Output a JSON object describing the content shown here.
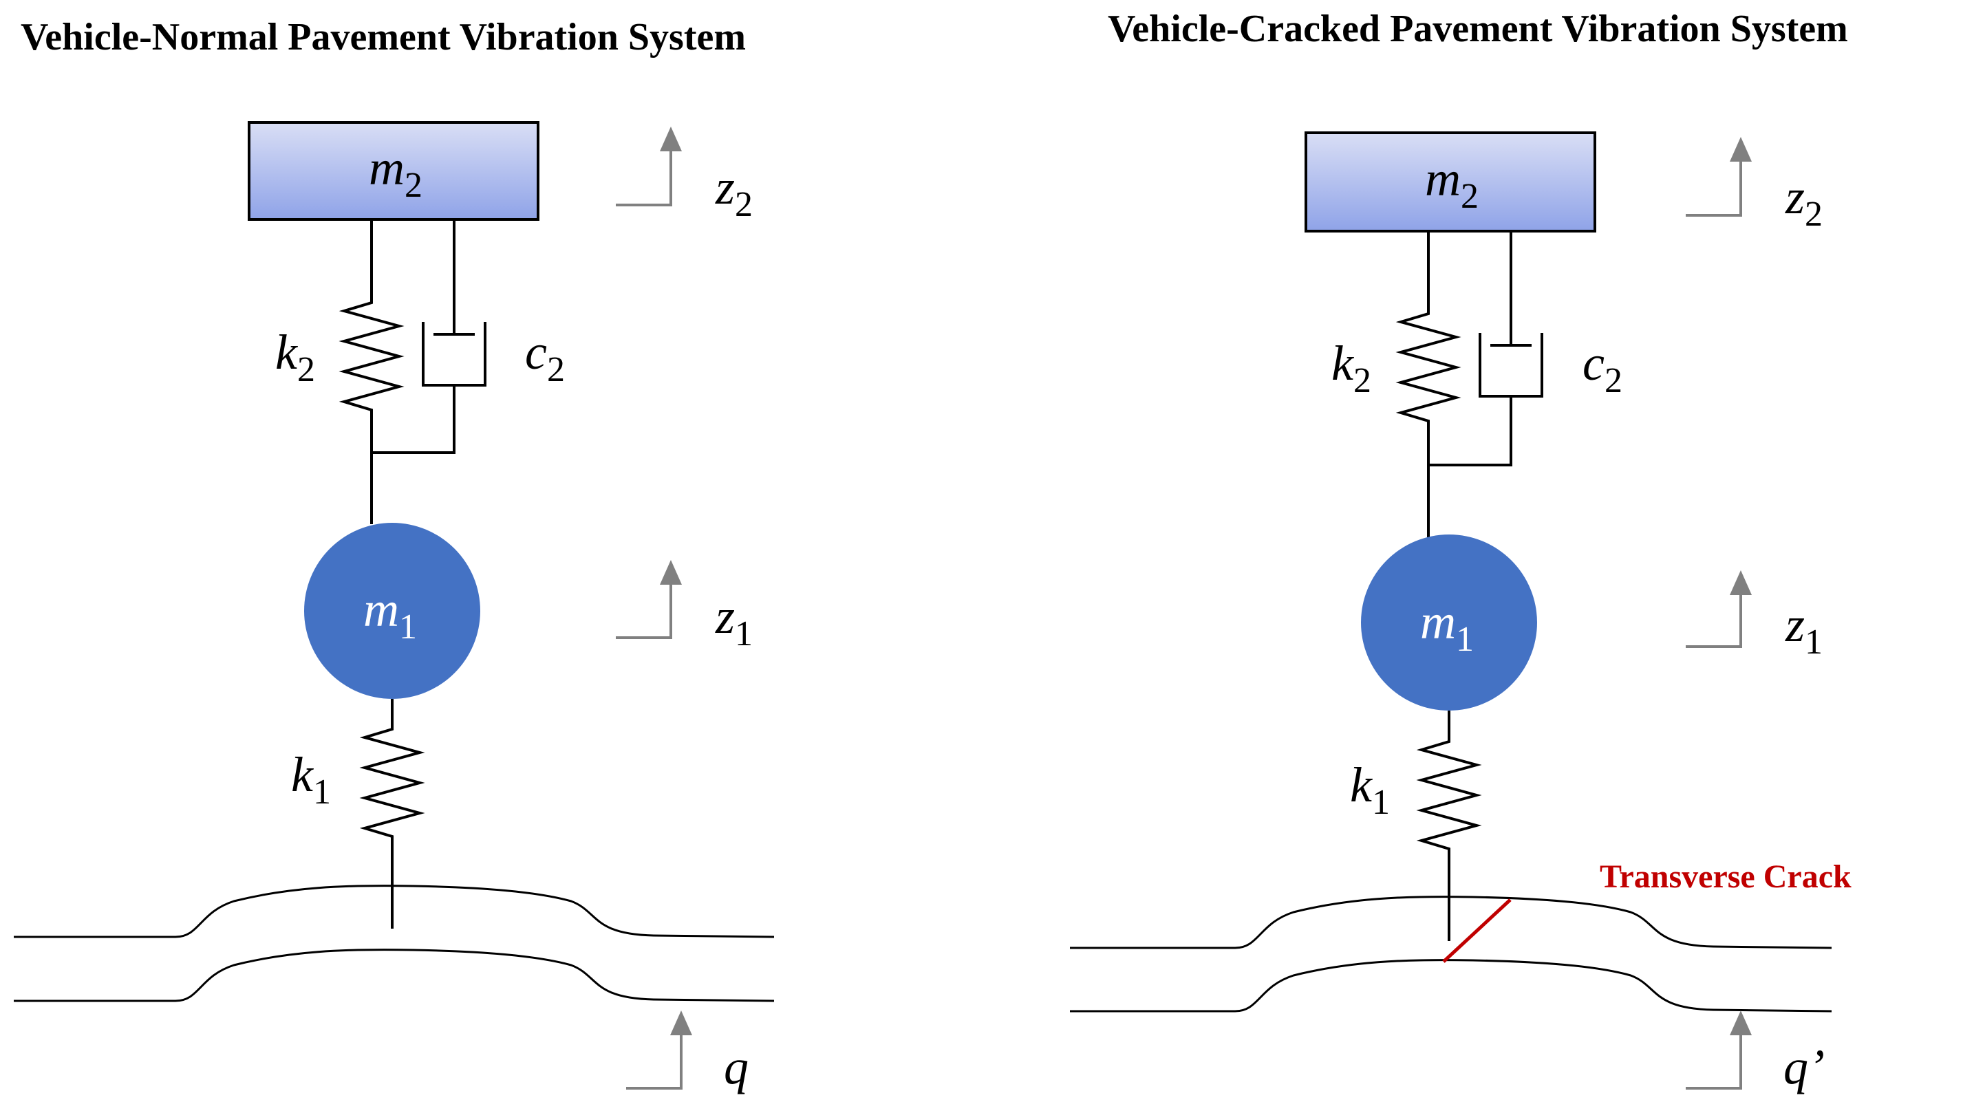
{
  "left": {
    "title": "Vehicle-Normal Pavement Vibration System",
    "mass2": {
      "base": "m",
      "sub": "2"
    },
    "mass1": {
      "base": "m",
      "sub": "1"
    },
    "spring2": {
      "base": "k",
      "sub": "2"
    },
    "damper2": {
      "base": "c",
      "sub": "2"
    },
    "spring1": {
      "base": "k",
      "sub": "1"
    },
    "disp2": {
      "base": "z",
      "sub": "2"
    },
    "disp1": {
      "base": "z",
      "sub": "1"
    },
    "road_input": "q"
  },
  "right": {
    "title": "Vehicle-Cracked Pavement Vibration System",
    "mass2": {
      "base": "m",
      "sub": "2"
    },
    "mass1": {
      "base": "m",
      "sub": "1"
    },
    "spring2": {
      "base": "k",
      "sub": "2"
    },
    "damper2": {
      "base": "c",
      "sub": "2"
    },
    "spring1": {
      "base": "k",
      "sub": "1"
    },
    "disp2": {
      "base": "z",
      "sub": "2"
    },
    "disp1": {
      "base": "z",
      "sub": "1"
    },
    "road_input": "q’",
    "crack_label": "Transverse Crack"
  },
  "colors": {
    "sprung_mass_top": "#d9def5",
    "sprung_mass_bottom": "#8fa3e8",
    "unsprung_mass": "#4472c4",
    "crack": "#c00000",
    "arrow": "#808080"
  }
}
